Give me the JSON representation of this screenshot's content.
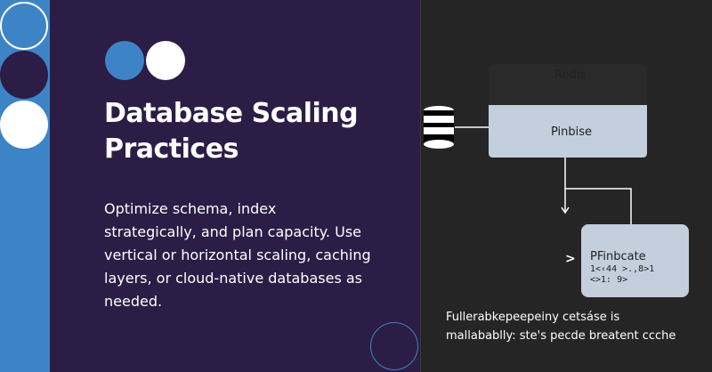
{
  "colors": {
    "accent_blue": "#3d84c6",
    "purple_bg": "#2b1d45",
    "dark_panel": "#252525",
    "box_fill": "#c3cfdc",
    "white": "#ffffff"
  },
  "slide": {
    "title": "Database Scaling Practices",
    "description": "Optimize schema, index strategically, and plan capacity. Use vertical or horizontal scaling, caching layers, or cloud-native databases as needed."
  },
  "diagram": {
    "icon": "database-icon",
    "top_box_label": "Redis",
    "middle_box_label": "Pinbise",
    "bottom_box_title": "PFinbcate",
    "bottom_box_line1": "1<‹44 >.,8>1",
    "bottom_box_line2": "<>1: 9>",
    "arrow_glyph": ">",
    "caption_line1": "Fullerabkepeepeiny cetsáse is",
    "caption_line2": "mallabablly: ste's pecde breatent ccche"
  }
}
